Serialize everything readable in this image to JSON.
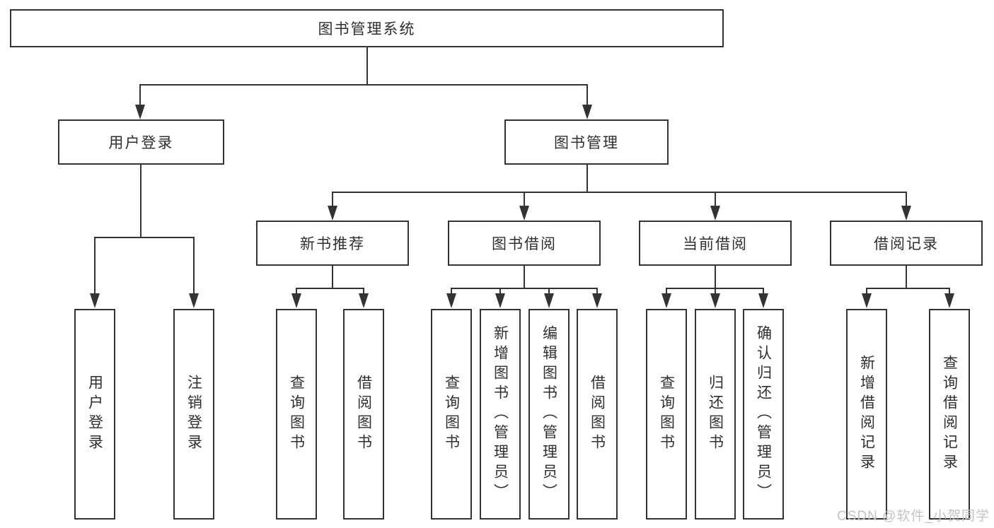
{
  "colors": {
    "line": "#333333",
    "text": "#2f2f2f",
    "background": "#ffffff",
    "watermark": "#c3c3c3"
  },
  "nodes": {
    "root": "图书管理系统",
    "user_login": "用户登录",
    "book_mgmt": "图书管理",
    "new_book_rec": "新书推荐",
    "book_borrow": "图书借阅",
    "current_borrow": "当前借阅",
    "borrow_record": "借阅记录",
    "leaf_user_login": "用户登录",
    "leaf_logout": "注销登录",
    "leaf_query_book_1": "查询图书",
    "leaf_borrow_book_1": "借阅图书",
    "leaf_query_book_2": "查询图书",
    "leaf_add_book": "新增图书（管理员）",
    "leaf_edit_book": "编辑图书（管理员）",
    "leaf_borrow_book_2": "借阅图书",
    "leaf_query_book_3": "查询图书",
    "leaf_return_book": "归还图书",
    "leaf_confirm_return": "确认归还（管理员）",
    "leaf_add_record": "新增借阅记录",
    "leaf_query_record": "查询借阅记录"
  },
  "watermark": "CSDN @软件_小贺同学"
}
